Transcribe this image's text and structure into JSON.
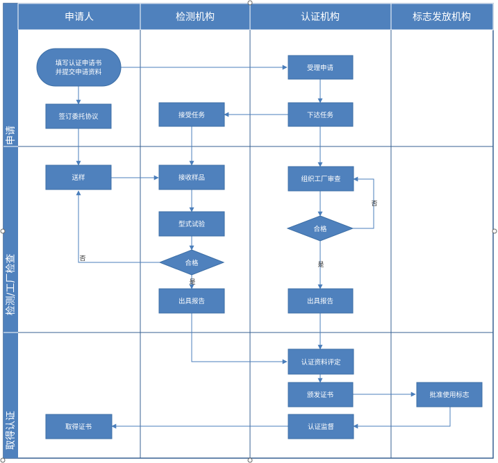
{
  "colors": {
    "header": "#4f81bd",
    "node": "#4f81bd",
    "node_stroke": "#3c6ea5",
    "line": "#4a7ebb",
    "grid": "#365f91"
  },
  "columns": [
    "申请人",
    "检测机构",
    "认证机构",
    "标志发放机构"
  ],
  "phases": [
    "申请",
    "检测/工厂检查",
    "取得认证"
  ],
  "nodes": {
    "apply": [
      "填写认证申请书",
      "并提交申请资料"
    ],
    "sign": "签订委托协议",
    "accept_app": "受理申请",
    "issue_task": "下达任务",
    "accept_task": "接受任务",
    "send_sample": "送样",
    "receive_sample": "接收样品",
    "type_test": "型式试验",
    "test_pass": "合格",
    "test_report": "出具报告",
    "factory_review": "组织工厂审查",
    "review_pass": "合格",
    "cert_report": "出具报告",
    "evaluate": "认证资料评定",
    "issue_cert": "颁发证书",
    "approve_mark": "批准使用标志",
    "supervise": "认证监督",
    "obtain_cert": "取得证书"
  },
  "labels": {
    "test_no": "否",
    "test_yes": "是",
    "review_no": "否",
    "review_yes": "是"
  }
}
